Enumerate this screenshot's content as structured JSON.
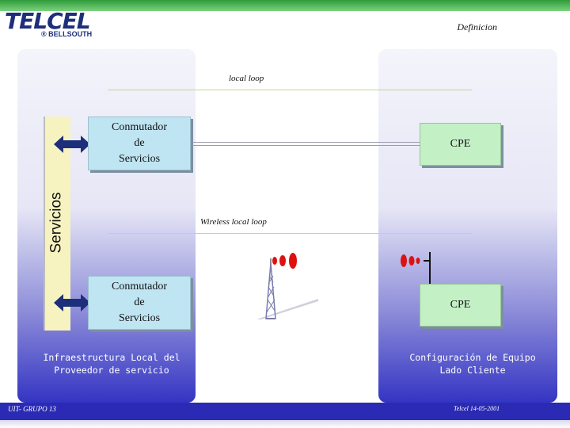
{
  "header": {
    "logo_main": "TELCEL",
    "logo_sub": "BELLSOUTH",
    "title": "Definicion"
  },
  "sections": {
    "local_loop": "local loop",
    "wireless_local_loop": "Wireless local loop"
  },
  "left_panel": {
    "servicios_label": "Servicios",
    "switch_top": "Conmutador\nde\nServicios",
    "switch_bottom": "Conmutador\nde\nServicios",
    "caption": "Infraestructura Local del\nProveedor de servicio"
  },
  "right_panel": {
    "cpe_top": "CPE",
    "cpe_bottom": "CPE",
    "caption": "Configuración de Equipo\nLado Cliente"
  },
  "footer": {
    "left": "UIT- GRUPO 13",
    "right": "Telcel 14-05-2001"
  },
  "colors": {
    "brand_navy": "#1d2f7a",
    "top_bar_green": "#2f9b3a",
    "footer_blue": "#2a2ab4",
    "switch_fill": "#bfe4f2",
    "cpe_fill": "#c4f0c6",
    "signal_red": "#e01010"
  },
  "icons": {
    "bidirectional_arrow": "double-arrow-icon",
    "tower": "antenna-tower-icon",
    "signal": "radio-waves-icon",
    "antenna": "customer-antenna-icon"
  }
}
